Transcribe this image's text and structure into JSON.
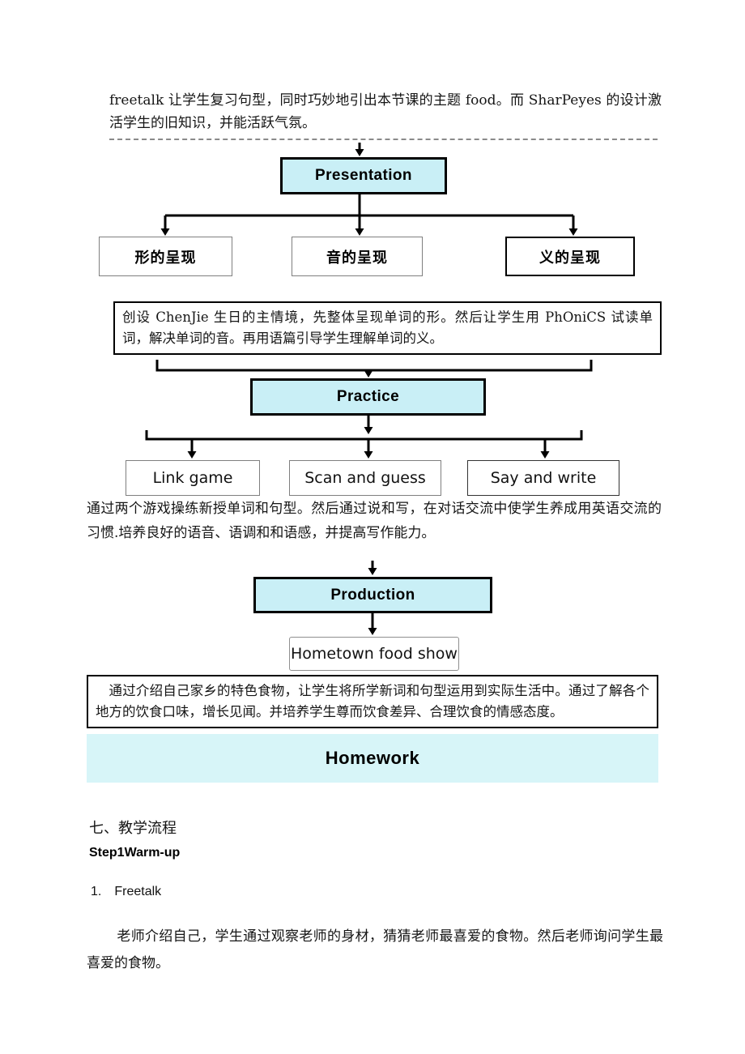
{
  "document": {
    "intro": "freetalk 让学生复习句型，同时巧妙地引出本节课的主题 food。而 SharPeyes 的设计激活学生的旧知识，并能活跃气氛。",
    "flowchart": {
      "stage1": "Presentation",
      "stage1_branches": [
        "形的呈现",
        "音的呈现",
        "义的呈现"
      ],
      "stage1_note": "创设 ChenJie 生日的主情境，先整体呈现单词的形。然后让学生用 PhOniCS 试读单词，解决单词的音。再用语篇引导学生理解单词的义。",
      "stage2": "Practice",
      "stage2_branches": [
        "Link game",
        "Scan and guess",
        "Say and write"
      ],
      "stage2_note": "通过两个游戏操练新授单词和句型。然后通过说和写，在对话交流中使学生养成用英语交流的习惯.培养良好的语音、语调和和语感，并提高写作能力。",
      "stage3": "Production",
      "stage3_branch": "Hometown food show",
      "stage3_note": "通过介绍自己家乡的特色食物，让学生将所学新词和句型运用到实际生活中。通过了解各个地方的饮食口味，增长见闻。并培养学生尊而饮食差异、合理饮食的情感态度。",
      "stage4": "Homework"
    },
    "teaching_process": {
      "heading": "七、教学流程",
      "step_heading": "Step1Warm-up",
      "list_number": "1.",
      "list_item": "Freetalk",
      "paragraph": "老师介绍自己，学生通过观察老师的身材，猜猜老师最喜爱的食物。然后老师询问学生最喜爱的食物。"
    },
    "colors": {
      "stage_box_fill": "#c9eff6",
      "banner_fill": "#d7f5f8",
      "connector_color": "#000000"
    }
  }
}
